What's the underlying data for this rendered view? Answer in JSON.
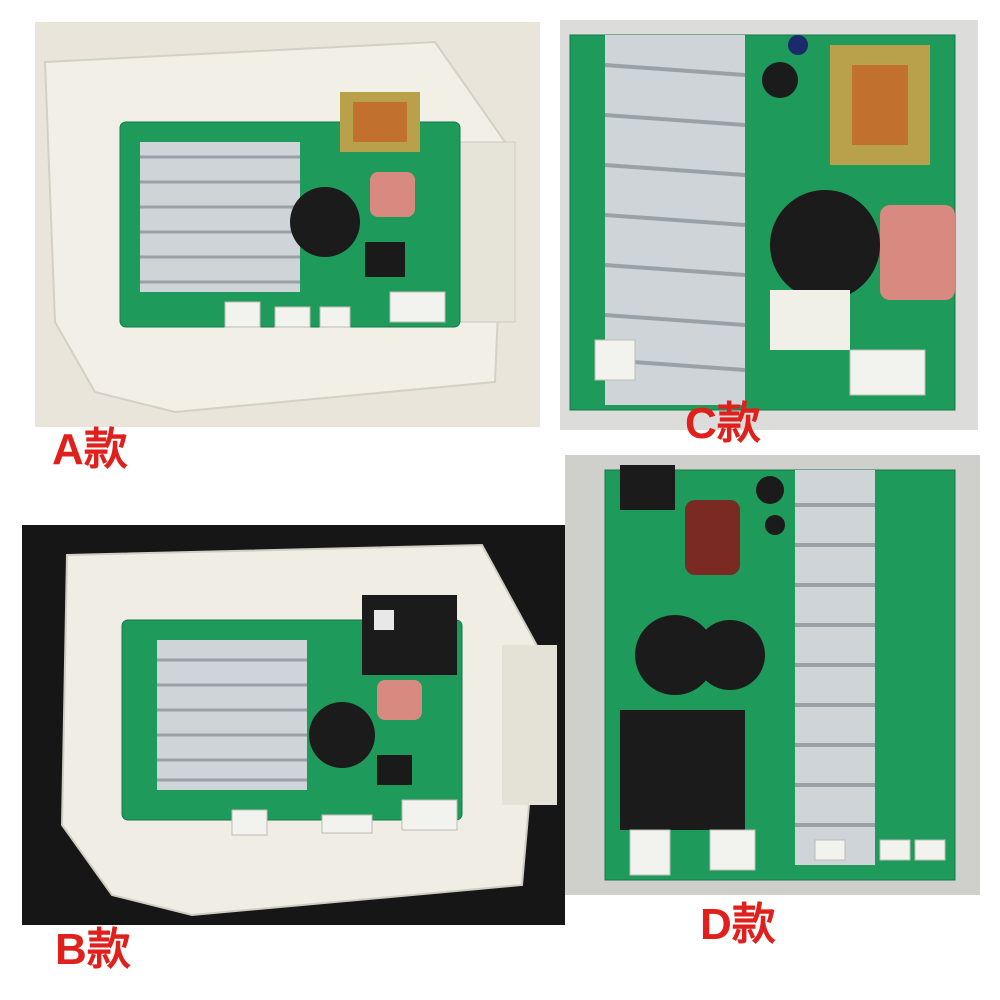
{
  "labels": {
    "a": "A款",
    "b": "B款",
    "c": "C款",
    "d": "D款"
  },
  "colors": {
    "label_red": "#e0201c",
    "pcb_green": "#1e9a5a",
    "heatsink": "#cfd4d8",
    "housing": "#eceae0",
    "dark_bg": "#161616"
  },
  "icons": {
    "transformer": "transformer-icon",
    "capacitor": "capacitor-icon",
    "heatsink": "heatsink-icon",
    "connector": "connector-icon"
  }
}
